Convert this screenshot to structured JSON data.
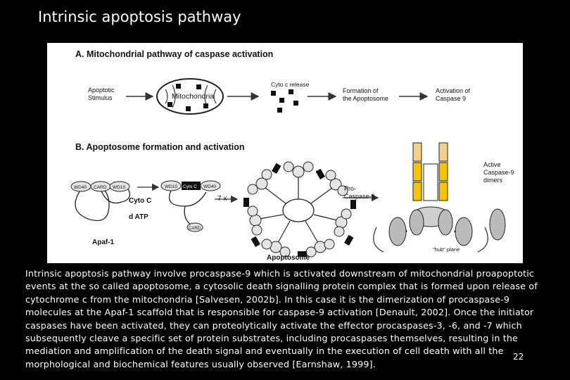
{
  "slide": {
    "title": "Intrinsic apoptosis pathway",
    "number": "22"
  },
  "figure": {
    "panel_a": {
      "heading": "A. Mitochondrial pathway of caspase activation",
      "stimulus_line1": "Apoptotic",
      "stimulus_line2": "Stimulus",
      "mito_label": "Mitochondria",
      "cyto_release": "Cyto c release",
      "formation_line1": "Formation of",
      "formation_line2": "the Apoptosome",
      "activation_line1": "Activation of",
      "activation_line2": "Caspase 9"
    },
    "panel_b": {
      "heading": "B. Apoptosome formation and activation",
      "wd40": "WD40",
      "card": "CARD",
      "wd10": "WD10",
      "cyto_c_box": "Cyto C",
      "cyto_c": "Cyto C",
      "datp": "d ATP",
      "apaf": "Apaf-1",
      "times7": "7 x",
      "apoptosome": "Apoptosome",
      "pro_line1": "Pro-",
      "pro_line2": "Caspase-9",
      "active_line1": "Active",
      "active_line2": "Caspase-9",
      "active_line3": "dimers",
      "hub": "\"hub\" plane"
    }
  },
  "caption": "Intrinsic apoptosis pathway involve procaspase-9 which is activated downstream of mitochondrial proapoptotic events at the so called apoptosome, a cytosolic death signalling protein complex that is formed upon release of cytochrome c from the mitochondria [Salvesen, 2002b]. In this case it is the dimerization of procaspase-9 molecules at the Apaf-1 scaffold that is responsible for caspase-9 activation [Denault, 2002]. Once the initiator caspases have been activated, they can proteolytically activate the effector procaspases-3, -6, and -7 which subsequently cleave a specific set of protein substrates, including procaspases themselves, resulting in the mediation and amplification of the death signal and eventually in the execution of cell death with all the morphological and biochemical features usually observed [Earnshaw, 1999]."
}
